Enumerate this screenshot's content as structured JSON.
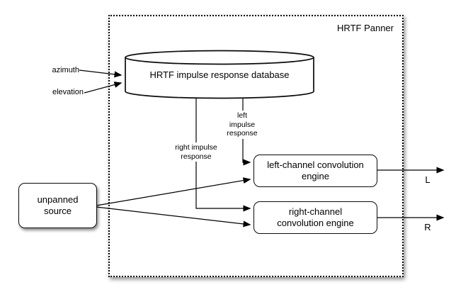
{
  "diagram": {
    "title": "HRTF Panner",
    "database": {
      "label": "HRTF impulse response database"
    },
    "inputs": {
      "azimuth": "azimuth",
      "elevation": "elevation"
    },
    "wire_labels": {
      "left_impulse": {
        "line1": "left",
        "line2": "impulse",
        "line3": "response"
      },
      "right_impulse": {
        "line1": "right impulse",
        "line2": "response"
      }
    },
    "nodes": {
      "unpanned_source": {
        "line1": "unpanned",
        "line2": "source"
      },
      "left_engine": {
        "line1": "left-channel convolution",
        "line2": "engine"
      },
      "right_engine": {
        "line1": "right-channel",
        "line2": "convolution engine"
      }
    },
    "outputs": {
      "left": "L",
      "right": "R"
    },
    "colors": {
      "stroke": "#000000",
      "background": "#ffffff"
    }
  }
}
